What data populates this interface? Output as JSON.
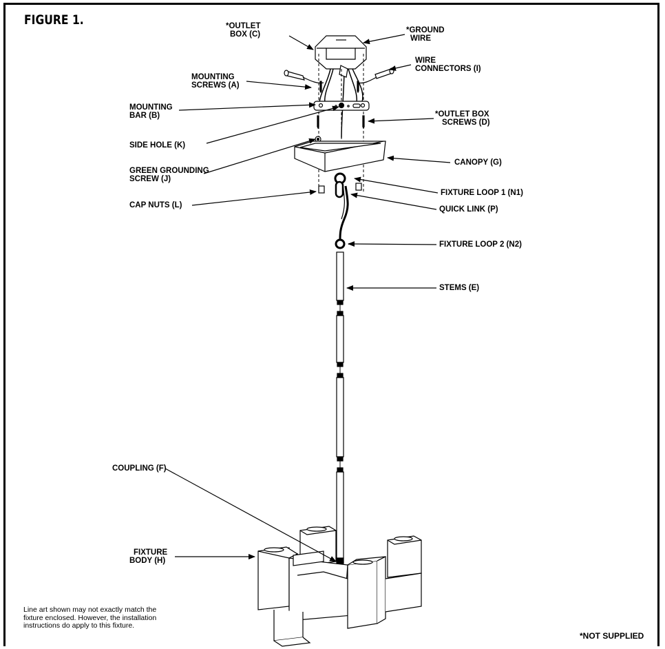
{
  "figure": {
    "title": "FIGURE 1."
  },
  "labels": {
    "outlet_box": [
      "*OUTLET",
      "BOX (C)"
    ],
    "ground_wire": [
      "*GROUND",
      "WIRE"
    ],
    "wire_connectors": [
      "WIRE",
      "CONNECTORS (I)"
    ],
    "mounting_screws": [
      "MOUNTING",
      "SCREWS (A)"
    ],
    "mounting_bar": [
      "MOUNTING",
      "BAR (B)"
    ],
    "outlet_box_screws": [
      "*OUTLET BOX",
      "SCREWS (D)"
    ],
    "side_hole": "SIDE HOLE (K)",
    "green_grounding_screw": [
      "GREEN GROUNDING",
      "SCREW (J)"
    ],
    "canopy": "CANOPY (G)",
    "fixture_loop_1": "FIXTURE LOOP 1 (N1)",
    "cap_nuts": "CAP NUTS (L)",
    "quick_link": "QUICK LINK (P)",
    "fixture_loop_2": "FIXTURE LOOP 2 (N2)",
    "stems": "STEMS (E)",
    "coupling": "COUPLING (F)",
    "fixture_body": [
      "FIXTURE",
      "BODY (H)"
    ]
  },
  "note": [
    "Line art shown may not exactly match the",
    "fixture enclosed. However, the installation",
    "instructions do apply to this fixture."
  ],
  "not_supplied": "*NOT SUPPLIED"
}
